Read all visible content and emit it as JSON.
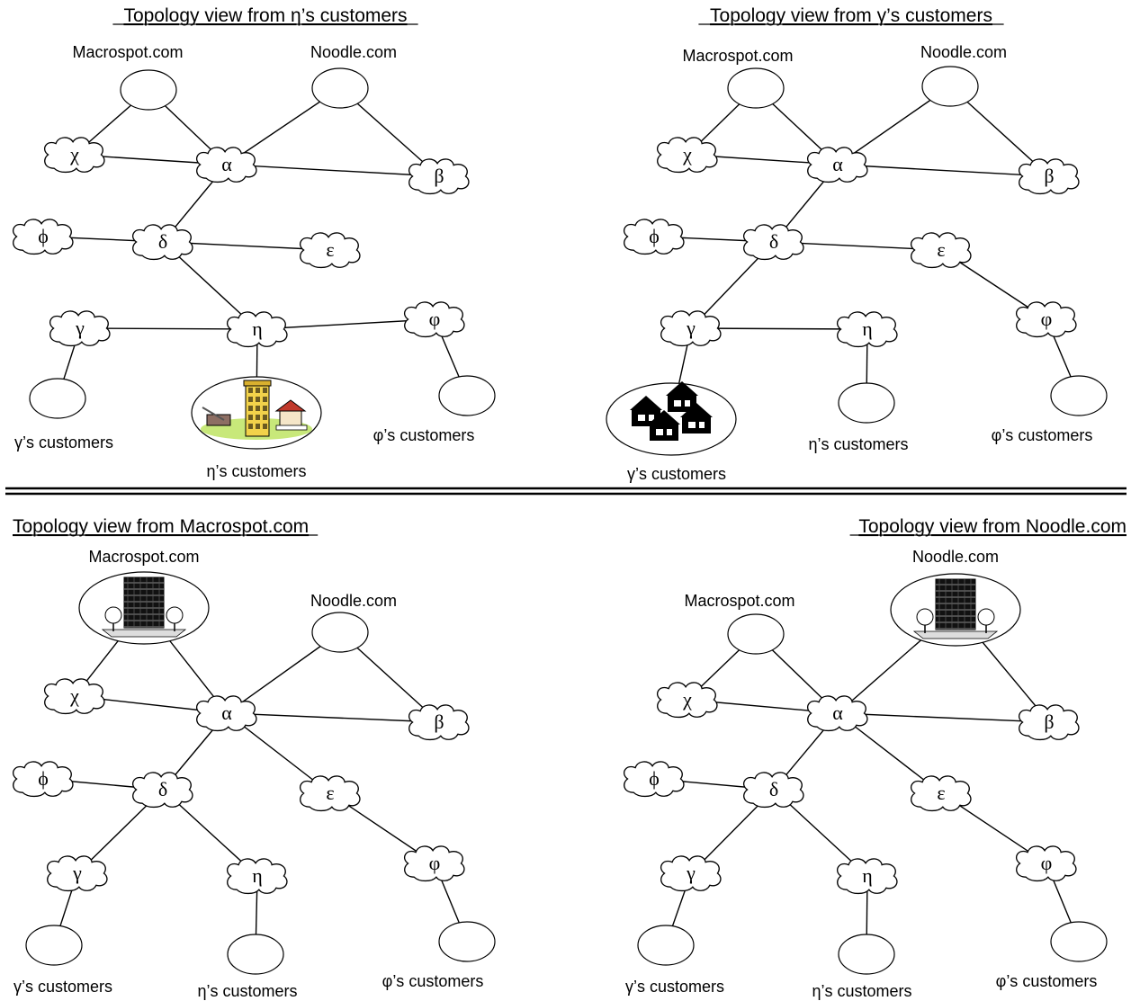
{
  "panels": [
    {
      "title": "Topology view from η’s customers",
      "nodes": {
        "chi": "χ",
        "alpha": "α",
        "beta": "β",
        "phi": "ϕ",
        "delta": "δ",
        "epsilon": "ε",
        "gamma": "γ",
        "eta": "η",
        "varphi": "φ"
      },
      "sites": {
        "macrospot": "Macrospot.com",
        "noodle": "Noodle.com",
        "gamma_customers": "γ’s customers",
        "eta_customers": "η’s customers",
        "varphi_customers": "φ’s customers"
      },
      "highlight": "eta_customers"
    },
    {
      "title": "Topology view from γ’s customers",
      "nodes": {
        "chi": "χ",
        "alpha": "α",
        "beta": "β",
        "phi": "ϕ",
        "delta": "δ",
        "epsilon": "ε",
        "gamma": "γ",
        "eta": "η",
        "varphi": "φ"
      },
      "sites": {
        "macrospot": "Macrospot.com",
        "noodle": "Noodle.com",
        "gamma_customers": "γ’s customers",
        "eta_customers": "η’s customers",
        "varphi_customers": "φ’s customers"
      },
      "highlight": "gamma_customers"
    },
    {
      "title": "Topology view from Macrospot.com",
      "nodes": {
        "chi": "χ",
        "alpha": "α",
        "beta": "β",
        "phi": "ϕ",
        "delta": "δ",
        "epsilon": "ε",
        "gamma": "γ",
        "eta": "η",
        "varphi": "φ"
      },
      "sites": {
        "macrospot": "Macrospot.com",
        "noodle": "Noodle.com",
        "gamma_customers": "γ’s customers",
        "eta_customers": "η’s customers",
        "varphi_customers": "φ’s customers"
      },
      "highlight": "macrospot"
    },
    {
      "title": "Topology view from Noodle.com",
      "nodes": {
        "chi": "χ",
        "alpha": "α",
        "beta": "β",
        "phi": "ϕ",
        "delta": "δ",
        "epsilon": "ε",
        "gamma": "γ",
        "eta": "η",
        "varphi": "φ"
      },
      "sites": {
        "macrospot": "Macrospot.com",
        "noodle": "Noodle.com",
        "gamma_customers": "γ’s customers",
        "eta_customers": "η’s customers",
        "varphi_customers": "φ’s customers"
      },
      "highlight": "noodle"
    }
  ],
  "edges": [
    [
      "macrospot",
      "chi"
    ],
    [
      "macrospot",
      "alpha"
    ],
    [
      "chi",
      "alpha"
    ],
    [
      "alpha",
      "noodle"
    ],
    [
      "noodle",
      "beta"
    ],
    [
      "alpha",
      "beta"
    ],
    [
      "alpha",
      "delta"
    ],
    [
      "phi",
      "delta"
    ],
    [
      "delta",
      "epsilon"
    ],
    [
      "delta",
      "eta"
    ],
    [
      "gamma",
      "eta"
    ],
    [
      "eta",
      "varphi"
    ],
    [
      "gamma",
      "gamma_customers"
    ],
    [
      "eta",
      "eta_customers"
    ],
    [
      "varphi",
      "varphi_customers"
    ],
    [
      "delta",
      "gamma"
    ],
    [
      "epsilon",
      "varphi"
    ],
    [
      "alpha",
      "epsilon"
    ]
  ],
  "panel_edges": [
    [
      0,
      1,
      2,
      3,
      4,
      5,
      6,
      7,
      8,
      9,
      10,
      11,
      12,
      13,
      14
    ],
    [
      0,
      1,
      2,
      3,
      4,
      5,
      6,
      7,
      8,
      15,
      10,
      16,
      12,
      13,
      14
    ],
    [
      0,
      1,
      2,
      3,
      4,
      5,
      6,
      7,
      17,
      9,
      15,
      16,
      12,
      13,
      14
    ],
    [
      0,
      1,
      2,
      3,
      4,
      5,
      6,
      7,
      17,
      9,
      15,
      16,
      12,
      13,
      14
    ]
  ]
}
